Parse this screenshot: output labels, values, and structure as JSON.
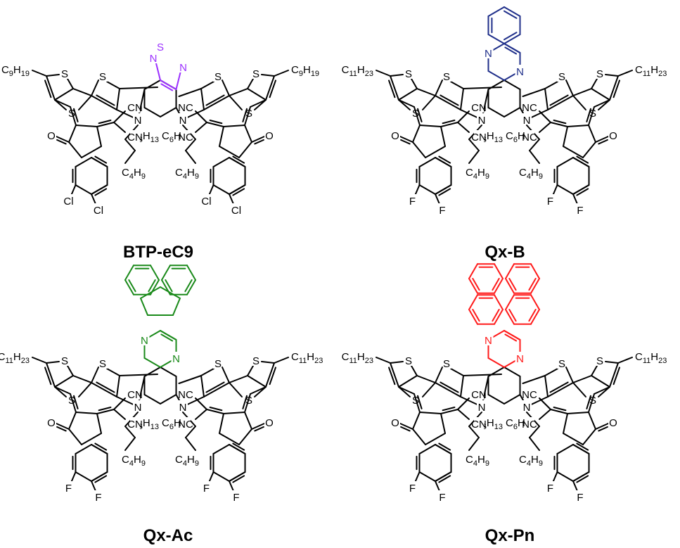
{
  "figure": {
    "molecules": [
      {
        "name": "BTP-eC9",
        "core_color": "#9b30ff",
        "core": "thiadiazole",
        "core_atoms": [
          "N",
          "S",
          "N"
        ],
        "outer_chain": "C9H19",
        "branch_short": "C6H13",
        "branch_long": "C4H9",
        "halogen": "Cl"
      },
      {
        "name": "Qx-B",
        "core_color": "#1f2f8a",
        "core": "quinoxaline-benzo",
        "core_atoms": [
          "N",
          "N"
        ],
        "outer_chain": "C11H23",
        "branch_short": "C6H13",
        "branch_long": "C4H9",
        "halogen": "F"
      },
      {
        "name": "Qx-Ac",
        "core_color": "#1a8a1a",
        "core": "acenaphtho-quinoxaline",
        "core_atoms": [
          "N",
          "N"
        ],
        "outer_chain": "C11H23",
        "branch_short": "C6H13",
        "branch_long": "C4H9",
        "halogen": "F"
      },
      {
        "name": "Qx-Pn",
        "core_color": "#ff1a1a",
        "core": "phenanthro-quinoxaline",
        "core_atoms": [
          "N",
          "N"
        ],
        "outer_chain": "C11H23",
        "branch_short": "C6H13",
        "branch_long": "C4H9",
        "halogen": "F"
      }
    ],
    "common_atoms": {
      "sulfur": "S",
      "nitrogen": "N",
      "oxygen": "O",
      "cyano": "NC",
      "cyano_right": "CN"
    }
  }
}
